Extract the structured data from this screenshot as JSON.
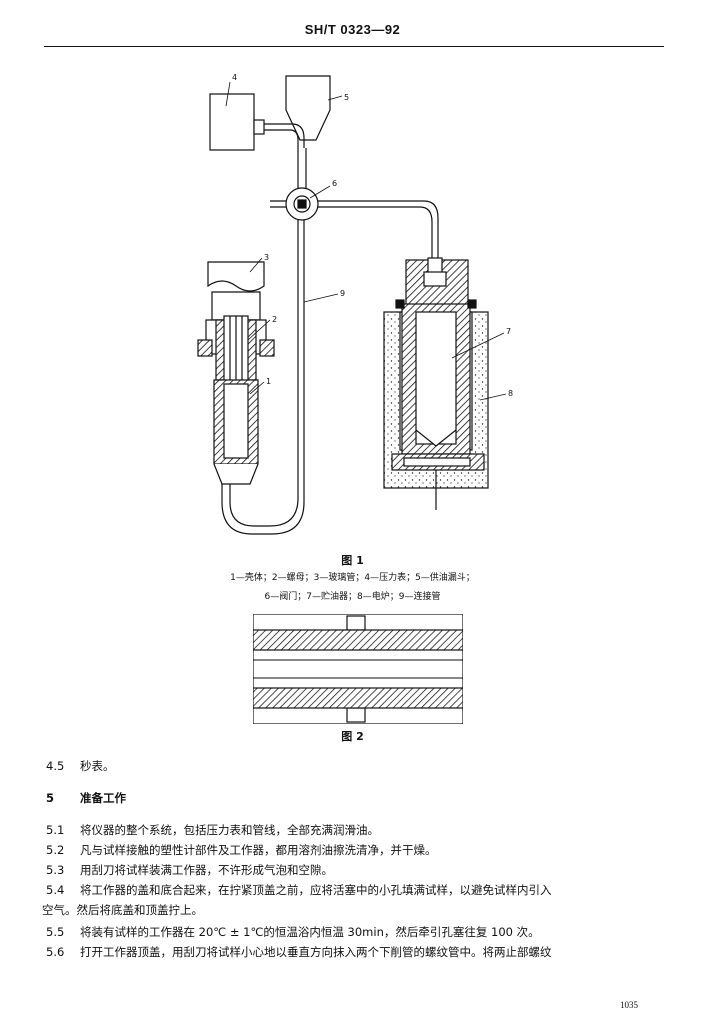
{
  "header": {
    "standard_code": "SH/T 0323—92"
  },
  "figure1": {
    "callouts": [
      "1",
      "2",
      "3",
      "4",
      "5",
      "6",
      "7",
      "8",
      "9"
    ],
    "caption": "图 1",
    "legend_line1": "1—壳体；2—螺母；3—玻璃管；4—压力表；5—供油漏斗；",
    "legend_line2": "6—阀门；7—贮油器；8—电炉；9—连接管"
  },
  "figure2": {
    "caption": "图 2"
  },
  "sections": [
    {
      "num": "4.5",
      "text": "秒表。"
    },
    {
      "num": "5",
      "text": "准备工作",
      "heading": true
    },
    {
      "num": "5.1",
      "text": "将仪器的整个系统，包括压力表和管线，全部充满润滑油。"
    },
    {
      "num": "5.2",
      "text": "凡与试样接触的塑性计部件及工作器，都用溶剂油擦洗清净，并干燥。"
    },
    {
      "num": "5.3",
      "text": "用刮刀将试样装满工作器，不许形成气泡和空隙。"
    },
    {
      "num": "5.4",
      "text": "将工作器的盖和底合起来，在拧紧顶盖之前，应将活塞中的小孔填满试样，以避免试样内引入"
    },
    {
      "num": "",
      "text": "空气。然后将底盖和顶盖拧上。"
    },
    {
      "num": "5.5",
      "text": "将装有试样的工作器在 20℃ ± 1℃的恒温浴内恒温 30min，然后牵引孔塞往复 100 次。"
    },
    {
      "num": "5.6",
      "text": "打开工作器顶盖，用刮刀将试样小心地以垂直方向抹入两个下削管的螺纹管中。将两止部螺纹"
    }
  ],
  "page_number": "1035"
}
